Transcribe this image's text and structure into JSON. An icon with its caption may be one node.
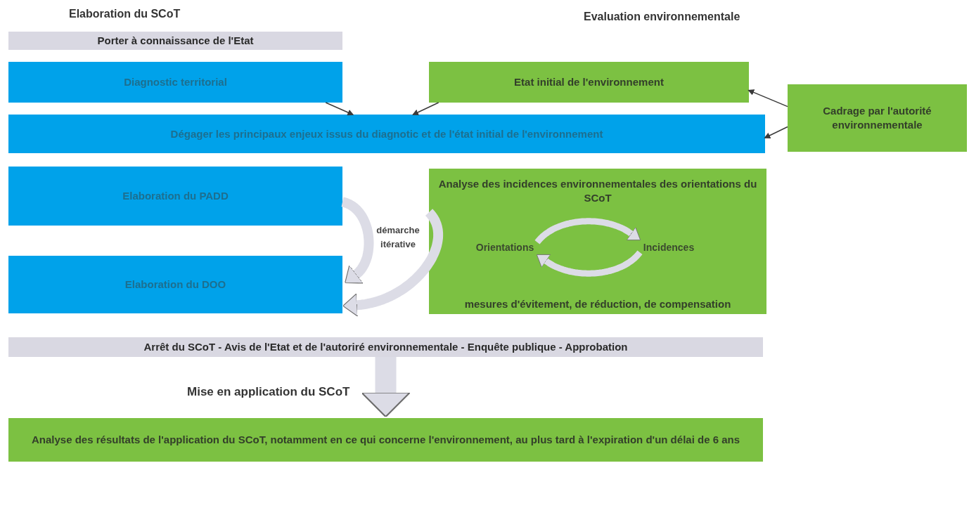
{
  "diagram": {
    "nodes": [
      {
        "text": [
          "Porter à connaissance de l'Etat"
        ]
      },
      {
        "text": [
          "Diagnostic territorial"
        ]
      },
      {
        "text": [
          "Etat initial de l'environnement"
        ]
      },
      {
        "text": [
          "Dégager les principaux enjeux issus du diagnotic et de l'état initial de l'environnement"
        ]
      },
      {
        "text": [
          "Cadrage par l'autorité environnementale"
        ]
      },
      {
        "text": [
          "Elaboration du PADD"
        ]
      },
      {
        "text": [
          "Elaboration du DOO"
        ]
      },
      {
        "text": [
          "Analyse des incidences environnementales des orientations du SCoT",
          "mesures d'évitement, de réduction, de compensation"
        ]
      },
      {
        "text": [
          "Orientations"
        ],
        "in": 7
      },
      {
        "text": [
          "Incidences"
        ],
        "in": 7
      },
      {
        "text": [
          "Arrêt du SCoT - Avis de l'Etat et de l'autoriré environnementale - Enquête publique - Approbation"
        ]
      },
      {
        "text": [
          "Analyse des résultats de l'application du SCoT, notamment en ce qui concerne l'environnement, au plus tard à l'expiration d'un délai de 6 ans"
        ]
      }
    ],
    "edges": [
      {
        "from": 1,
        "to": 3,
        "arrow": "to",
        "color": "#3a3a3a"
      },
      {
        "from": 2,
        "to": 3,
        "arrow": "to",
        "color": "#3a3a3a"
      },
      {
        "from": 4,
        "to": 2,
        "arrow": "to",
        "color": "#3a3a3a"
      },
      {
        "from": 4,
        "to": 3,
        "arrow": "to",
        "color": "#3a3a3a"
      },
      {
        "from": 8,
        "to": 9,
        "arrow": "to"
      },
      {
        "from": 9,
        "to": 8,
        "arrow": "to"
      },
      {
        "from": 5,
        "to": 6,
        "arrow": "to"
      },
      {
        "from": 7,
        "to": 6,
        "arrow": "to"
      },
      {
        "from": 10,
        "to": 11,
        "arrow": "to",
        "style": "thick"
      }
    ],
    "labels": [
      "Elaboration du SCoT",
      "Evaluation environnementale",
      "démarche itérative",
      "Mise en application du SCoT"
    ]
  }
}
